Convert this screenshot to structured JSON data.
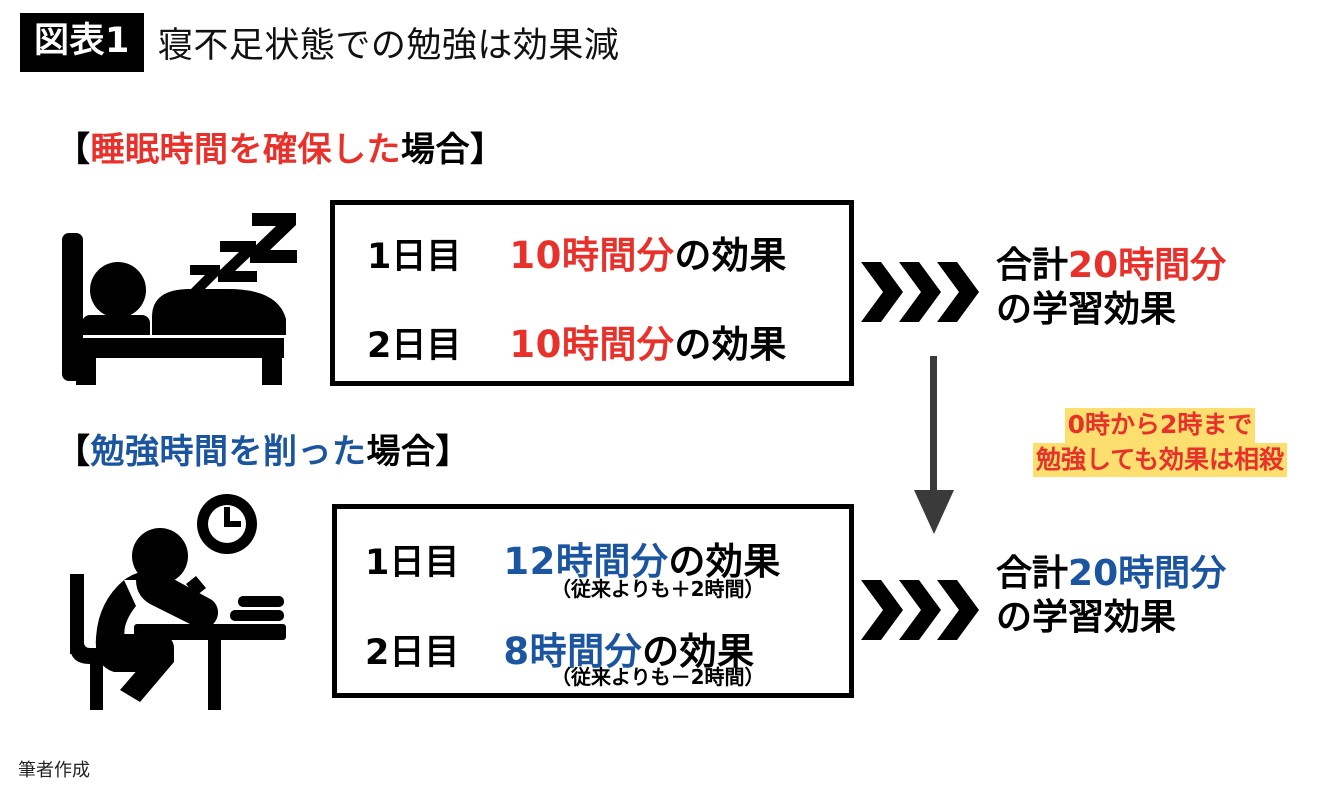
{
  "figure": {
    "badge": "図表1",
    "title": "寝不足状態での勉強は効果減",
    "credit": "筆者作成"
  },
  "colors": {
    "red": "#E8312B",
    "blue": "#1B55A0",
    "black": "#000000",
    "highlight_yellow": "#FCDF6E",
    "arrow_gray": "#3A3A3A"
  },
  "sections": [
    {
      "id": "sleep",
      "heading": {
        "open_bracket": "【",
        "emphasis": "睡眠時間を確保した",
        "tail": "場合】",
        "emphasis_color": "#E8312B"
      },
      "icon": "sleeping-person-in-bed-icon",
      "rows": [
        {
          "day": "1日目",
          "amount": "10時間分",
          "suffix": "の効果",
          "amount_color": "#E8312B",
          "sub": ""
        },
        {
          "day": "2日目",
          "amount": "10時間分",
          "suffix": "の効果",
          "amount_color": "#E8312B",
          "sub": ""
        }
      ],
      "result": {
        "prefix": "合計",
        "total": "20時間分",
        "suffix": "の学習効果",
        "total_color": "#E8312B"
      }
    },
    {
      "id": "study",
      "heading": {
        "open_bracket": "【",
        "emphasis": "勉強時間を削った",
        "tail": "場合】",
        "emphasis_color": "#1B55A0"
      },
      "icon": "person-studying-at-desk-with-clock-icon",
      "rows": [
        {
          "day": "1日目",
          "amount": "12時間分",
          "suffix": "の効果",
          "amount_color": "#1B55A0",
          "sub": "（従来よりも＋2時間）"
        },
        {
          "day": "2日目",
          "amount": "8時間分",
          "suffix": "の効果",
          "amount_color": "#1B55A0",
          "sub": "（従来よりも－2時間）"
        }
      ],
      "result": {
        "prefix": "合計",
        "total": "20時間分",
        "suffix": "の学習効果",
        "total_color": "#1B55A0"
      }
    }
  ],
  "annotation": {
    "arrow": "down-arrow-icon",
    "line1": "0時から2時まで",
    "line2": "勉強しても効果は相殺"
  },
  "icons": {
    "chevrons": "triple-chevron-right-icon"
  }
}
